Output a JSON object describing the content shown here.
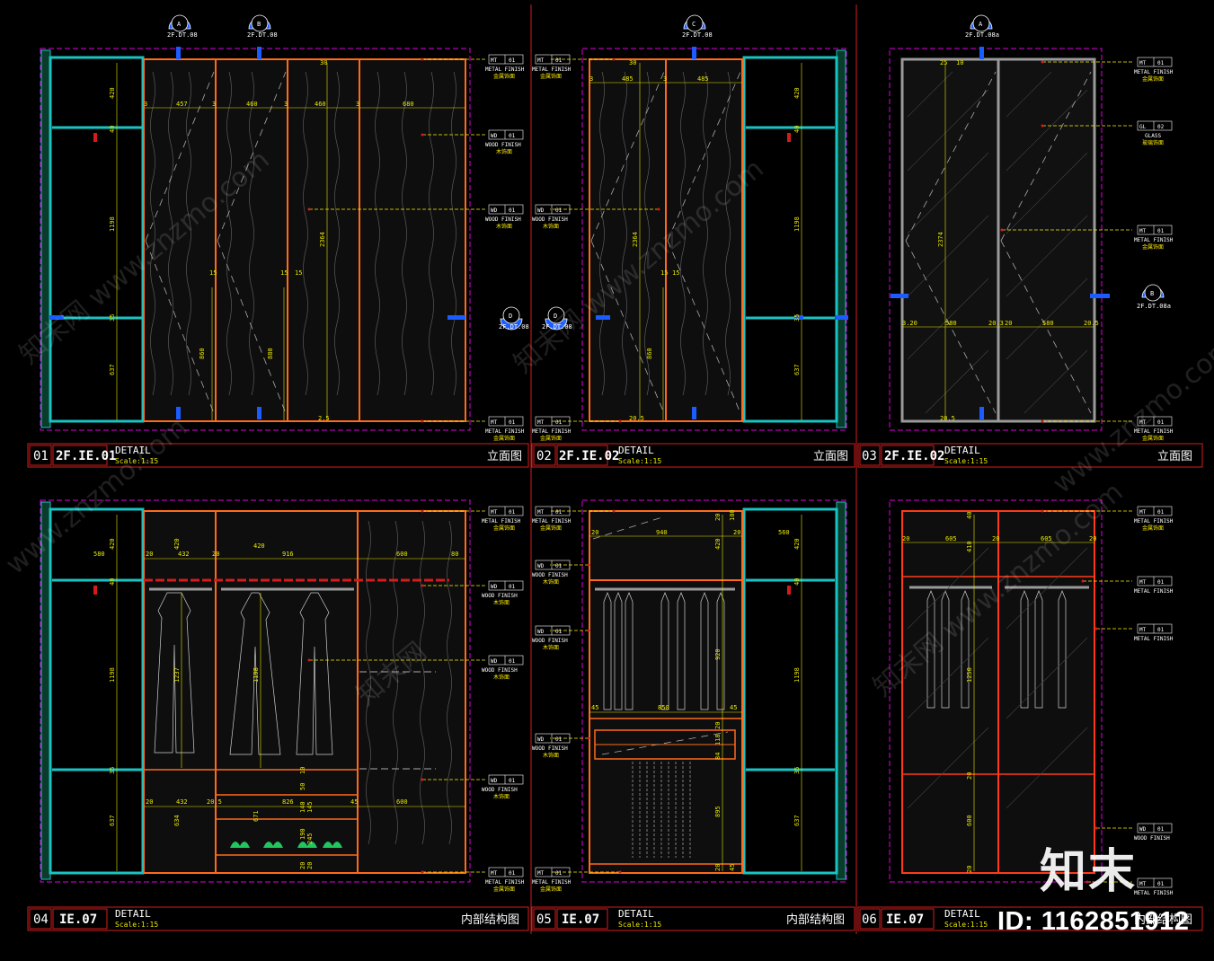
{
  "panels": [
    {
      "num": "01",
      "code": "2F.IE.01",
      "detail": "DETAIL",
      "scale": "Scale:1:15",
      "title_cn": "立面图"
    },
    {
      "num": "02",
      "code": "2F.IE.02",
      "detail": "DETAIL",
      "scale": "Scale:1:15",
      "title_cn": "立面图"
    },
    {
      "num": "03",
      "code": "2F.IE.02",
      "detail": "DETAIL",
      "scale": "Scale:1:15",
      "title_cn": "立面图"
    },
    {
      "num": "04",
      "code": "IE.07",
      "detail": "DETAIL",
      "scale": "Scale:1:15",
      "title_cn": "内部结构图"
    },
    {
      "num": "05",
      "code": "IE.07",
      "detail": "DETAIL",
      "scale": "Scale:1:15",
      "title_cn": "内部结构图"
    },
    {
      "num": "06",
      "code": "IE.07",
      "detail": "DETAIL",
      "scale": "Scale:1:15",
      "title_cn": "内部结构图"
    }
  ],
  "bubbles": [
    {
      "letter": "A",
      "ref": "2F.DT.08"
    },
    {
      "letter": "B",
      "ref": "2F.DT.08"
    },
    {
      "letter": "C",
      "ref": "2F.DT.08"
    },
    {
      "letter": "A",
      "ref": "2F.DT.08a"
    },
    {
      "letter": "D",
      "ref": "2F.DT.08"
    },
    {
      "letter": "D",
      "ref": "2F.DT.08"
    },
    {
      "letter": "B",
      "ref": "2F.DT.08a"
    }
  ],
  "material_tags": {
    "mt": {
      "code": "MT",
      "num": "01",
      "name": "METAL FINISH",
      "cn": "金属饰面"
    },
    "wd": {
      "code": "WD",
      "num": "01",
      "name": "WOOD FINISH",
      "cn": "木饰面"
    },
    "gl": {
      "code": "GL",
      "num": "02",
      "name": "GLASS",
      "cn": "玻璃饰面"
    }
  },
  "dimensions": {
    "p1_top": [
      "3",
      "457",
      "3",
      "460",
      "3",
      "460",
      "3",
      "680"
    ],
    "p1_left": [
      "420",
      "40",
      "1198",
      "35",
      "637"
    ],
    "p1_misc": [
      "30",
      "15",
      "15",
      "15",
      "2364",
      "860",
      "880",
      "2.5"
    ],
    "p2_top": [
      "3",
      "485",
      "3",
      "485",
      "30"
    ],
    "p2_misc": [
      "2364",
      "15",
      "15",
      "860",
      "20.5"
    ],
    "p2_right": [
      "420",
      "40",
      "1198",
      "35",
      "637"
    ],
    "p3_top": [
      "25",
      "10"
    ],
    "p3_mid": [
      "3.20",
      "580",
      "20.3",
      "20",
      "580",
      "20.5"
    ],
    "p3_misc": [
      "2374",
      "20.5"
    ],
    "p4_top": [
      "580",
      "20",
      "432",
      "20",
      "420",
      "916",
      "600",
      "80"
    ],
    "p4_left": [
      "420",
      "40",
      "1198",
      "35",
      "637"
    ],
    "p4_misc": [
      "1237",
      "1198",
      "20",
      "432",
      "20.5",
      "826",
      "45",
      "600",
      "634",
      "671",
      "10",
      "50",
      "140",
      "190",
      "245",
      "20",
      "20",
      "145"
    ],
    "p5_top": [
      "940",
      "560",
      "20",
      "20",
      "100"
    ],
    "p5_misc": [
      "420",
      "920",
      "45",
      "850",
      "45",
      "20",
      "118",
      "84",
      "895",
      "20",
      "45"
    ],
    "p5_right": [
      "420",
      "40",
      "1198",
      "35",
      "637"
    ],
    "p6_top": [
      "20",
      "605",
      "20",
      "605",
      "20",
      "40",
      "410"
    ],
    "p6_misc": [
      "1250",
      "600",
      "20",
      "20"
    ]
  },
  "watermarks": [
    "知末网 www.znzmo.com",
    "知末网 www.znzmo.com",
    "知末网 www.znzmo.com",
    "www.znzmo.com",
    "知末网",
    "www.znzmo.com"
  ],
  "logo": "知末",
  "id_label": "ID: 1162851912",
  "colors": {
    "orange": "#ff6a1a",
    "teal": "#1ac3c3",
    "yellow": "#ffee00",
    "magenta": "#e000e0",
    "red": "#d41c1c",
    "blue": "#1a5cff",
    "white": "#ffffff",
    "gray": "#9a9a9a"
  }
}
